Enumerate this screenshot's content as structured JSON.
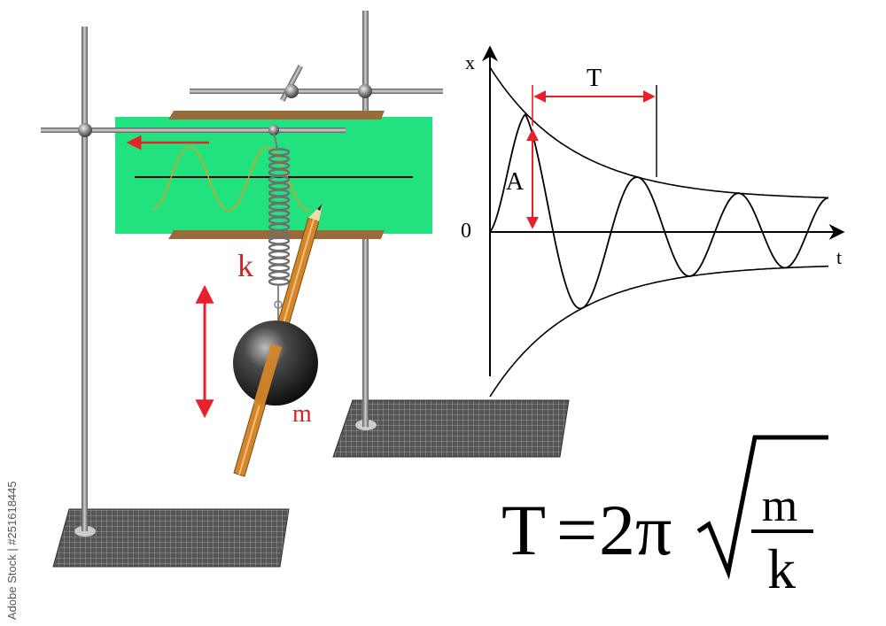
{
  "labels": {
    "spring_constant": "k",
    "mass": "m",
    "axis_x": "x",
    "axis_t": "t",
    "origin": "0",
    "amplitude": "A",
    "period": "T"
  },
  "formula": {
    "lhs": "T",
    "equals": "=",
    "coef": "2π",
    "numerator": "m",
    "denominator": "k"
  },
  "watermark": "Adobe Stock | #251618445",
  "colors": {
    "paper": "#22e27f",
    "arrow": "#e8202a",
    "rod": "#8c8c8c",
    "label_red": "#d8201f",
    "pencil": "#d4862a",
    "clamp_bar": "#9a6a3a"
  },
  "icons": {
    "ball": "mass-ball",
    "spring": "coil-spring",
    "pencil": "pencil"
  }
}
